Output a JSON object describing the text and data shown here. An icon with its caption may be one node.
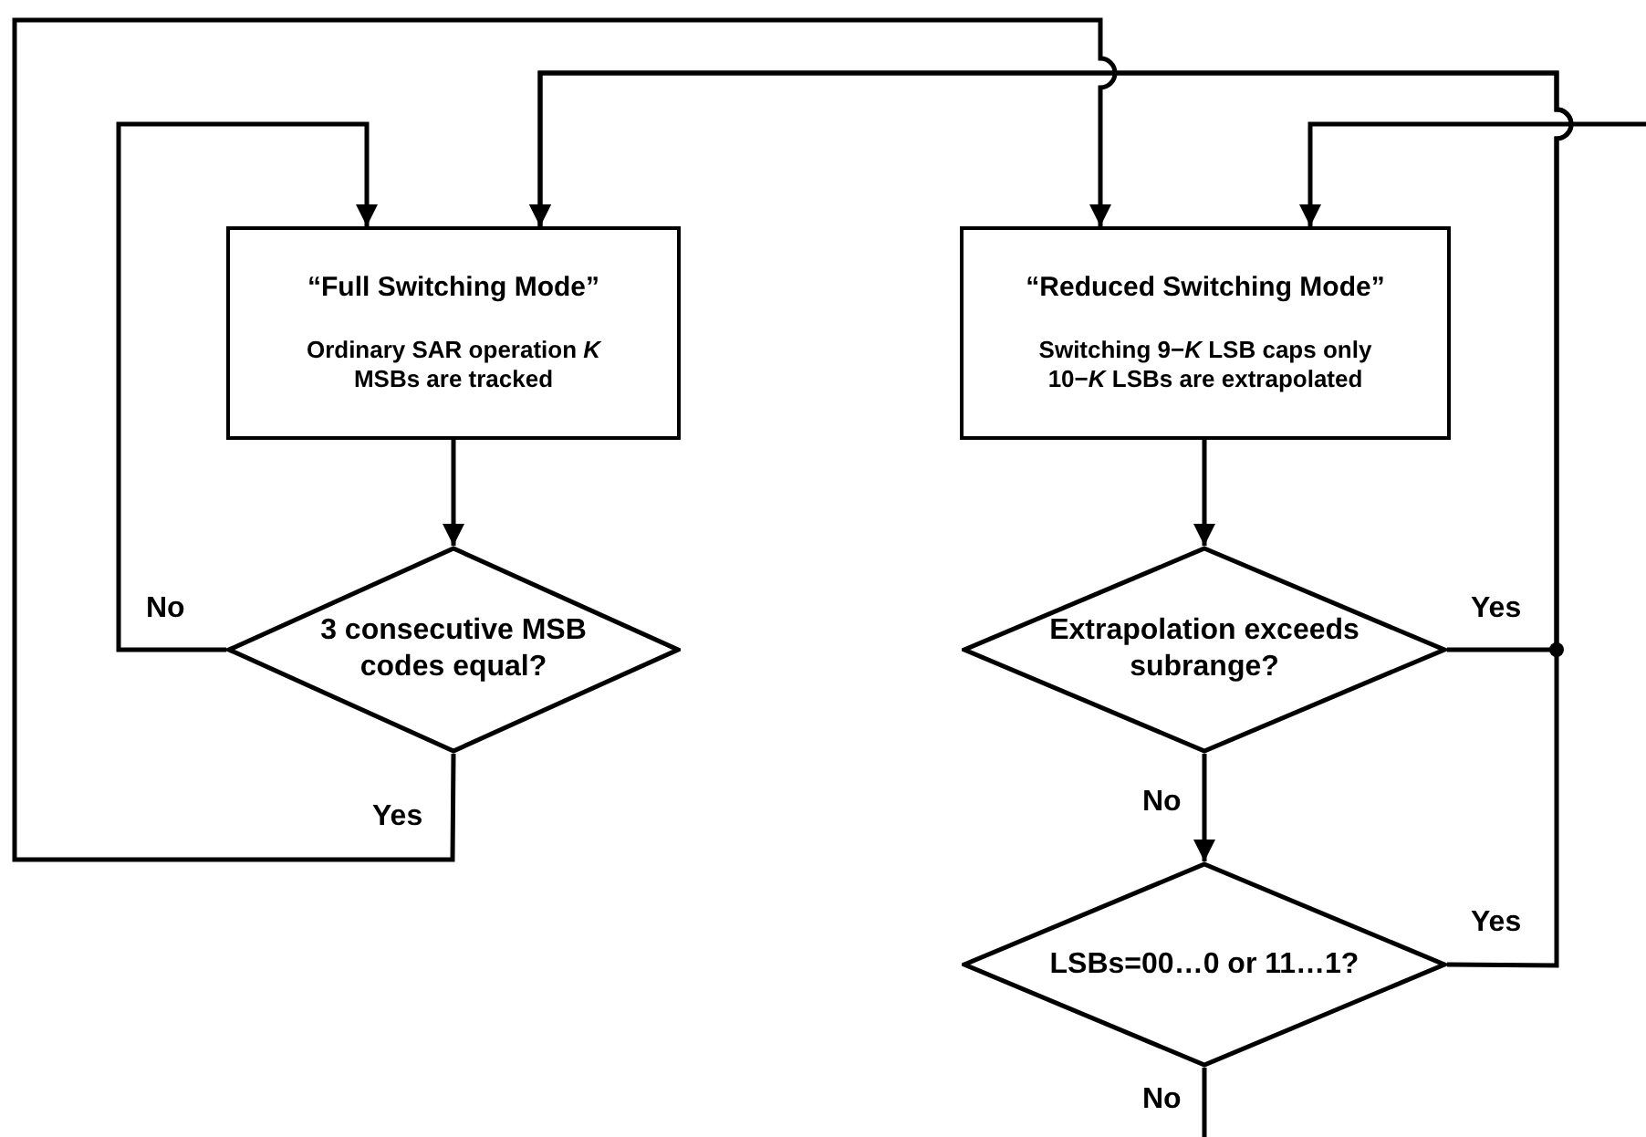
{
  "diagram": {
    "nodes": [
      {
        "text": [
          "“Full Switching Mode”",
          "Ordinary SAR operation *K* MSBs are tracked"
        ]
      },
      {
        "text": [
          "“Reduced Switching Mode”",
          "Switching 9−*K* LSB caps only 10−*K* LSBs are extrapolated"
        ]
      },
      {
        "text": [
          "3 consecutive MSB codes equal?"
        ]
      },
      {
        "text": [
          "Extrapolation exceeds subrange?"
        ]
      },
      {
        "text": [
          "LSBs=00…0 or 11…1?"
        ]
      }
    ],
    "edges": [
      {
        "from": 0,
        "to": 2,
        "arrow": "to"
      },
      {
        "from": 2,
        "to": 0,
        "arrow": "to",
        "label": "No"
      },
      {
        "from": 2,
        "to": 1,
        "arrow": "to",
        "label": "Yes"
      },
      {
        "from": 1,
        "to": 3,
        "arrow": "to"
      },
      {
        "from": 3,
        "to": 0,
        "arrow": "to",
        "label": "Yes"
      },
      {
        "from": 3,
        "to": 4,
        "arrow": "to",
        "label": "No"
      },
      {
        "from": 4,
        "to": 0,
        "arrow": "to",
        "label": "Yes"
      },
      {
        "from": 4,
        "to": null,
        "arrow": "none",
        "label": "No"
      },
      {
        "from": null,
        "to": 1,
        "arrow": "to"
      }
    ]
  }
}
